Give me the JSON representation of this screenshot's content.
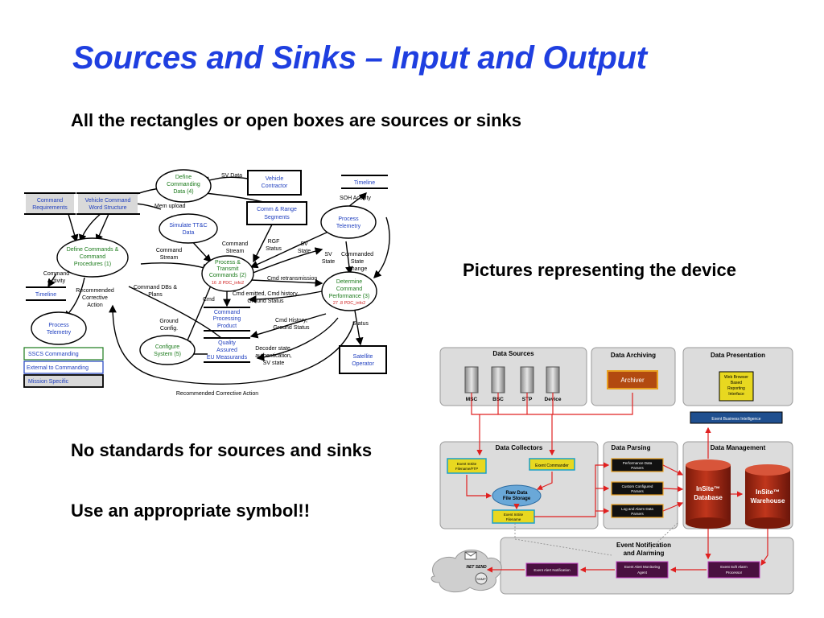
{
  "title": "Sources and Sinks – Input and Output",
  "bullets": {
    "rectangles": "All the rectangles or open boxes are sources or sinks",
    "no_standards": "No standards for sources and sinks",
    "symbol": "Use an appropriate symbol!!",
    "pictures": "Pictures representing the device"
  },
  "left_diagram": {
    "processes": {
      "define_commanding_data": [
        "Define",
        "Commanding",
        "Data (4)"
      ],
      "simulate": [
        "Simulate TT&C",
        "Data"
      ],
      "define_commands": [
        "Define Commands &",
        "Command",
        "Procedures (1)"
      ],
      "process_transmit": [
        "Process &",
        "Transmit",
        "Commands (2)"
      ],
      "process_transmit_note": "16 .8 PDC_info2",
      "process_telemetry_right": [
        "Process",
        "Telemetry"
      ],
      "determine_perf": [
        "Determine",
        "Command",
        "Performance (3)"
      ],
      "determine_perf_note": "27 .8 PDC_info2",
      "process_telemetry_left": [
        "Process",
        "Telemetry"
      ],
      "configure": [
        "Configure",
        "System (5)"
      ]
    },
    "stores": {
      "command_requirements": [
        "Command",
        "Requirements"
      ],
      "vehicle_command_word": [
        "Vehicle Command",
        "Word Structure"
      ],
      "timeline_left": "Timeline",
      "timeline_right": "Timeline",
      "comm_range": [
        "Comm & Range",
        "Segments"
      ],
      "command_processing": [
        "Command",
        "Processing",
        "Product"
      ],
      "quality_eu": [
        "Quality",
        "Assured",
        "EU Measurands"
      ],
      "sscs": "SSCS Commanding",
      "external": "External to Commanding",
      "mission": "Mission Specific"
    },
    "terminators": {
      "vehicle_contractor": [
        "Vehicle",
        "Contractor"
      ],
      "satellite_operator": [
        "Satellite",
        "Operator"
      ]
    },
    "flows": {
      "sv_data": "SV Data",
      "mem_upload": "Mem upload",
      "soh_activity": "SOH Activity",
      "command_stream_left": [
        "Command",
        "Stream"
      ],
      "command_stream_mid": [
        "Command",
        "Stream"
      ],
      "rgf_status": [
        "RGF",
        "Status"
      ],
      "sv_state_1": [
        "SV",
        "State"
      ],
      "sv_state_2": [
        "SV",
        "State"
      ],
      "commanded_state_change": [
        "Commanded",
        "State",
        "Change"
      ],
      "command_activity": [
        "Command",
        "Activity"
      ],
      "recommended_corrective": [
        "Recommended",
        "Corrective",
        "Action"
      ],
      "command_dbs_plans": [
        "Command DBs &",
        "Plans"
      ],
      "cmd_retransmission": "Cmd retransmission",
      "cmd": "Cmd",
      "cmd_emitted": [
        "Cmd emitted, Cmd history,",
        "Ground Status"
      ],
      "ground_config": [
        "Ground",
        "Config."
      ],
      "cmd_history": [
        "Cmd History,",
        "Ground Status"
      ],
      "decoder_state": [
        "Decoder state,",
        "authentication,",
        "SV state"
      ],
      "status": "Status",
      "recommended_bottom": "Recommended Corrective Action"
    }
  },
  "right_diagram": {
    "panels": {
      "data_sources": "Data Sources",
      "data_archiving": "Data Archiving",
      "data_presentation": "Data Presentation",
      "data_collectors": "Data Collectors",
      "data_parsing": "Data Parsing",
      "data_management": "Data Management",
      "event_notification": [
        "Event Notification",
        "and Alarming"
      ]
    },
    "devices": [
      "MSC",
      "BSC",
      "STP",
      "Device"
    ],
    "archiver": "Archiver",
    "web_browser": [
      "Web Browser",
      "Based",
      "Reporting",
      "Interface"
    ],
    "business_intel": "Exent Business Intelligence",
    "collectors": {
      "insite_ftp": [
        "Exent InSite",
        "Filename/FTP"
      ],
      "commander": "Exent Commander",
      "raw_data": [
        "Raw Data",
        "File Storage"
      ],
      "insite_filename": [
        "Exent InSite",
        "Filename"
      ]
    },
    "parsers": [
      [
        "Performance Data",
        "Parsers"
      ],
      [
        "Custom Configured",
        "Parsers"
      ],
      [
        "Log and Alarm Data",
        "Parsers"
      ]
    ],
    "insite_database": [
      "InSite™",
      "Database"
    ],
    "insite_warehouse": [
      "InSite™",
      "Warehouse"
    ],
    "alert_notification": "Exent Alert Notification",
    "alert_monitoring": [
      "Exent Alert Monitoring",
      "Agent"
    ],
    "soft_alarm": [
      "Exent Soft Alarm",
      "Processor"
    ],
    "net_send": "NET SEND",
    "snmp": "SNMP",
    "colors": {
      "cylinder_red": "#c0361c",
      "panel_bg": "#dcdcdc",
      "arrow_red": "#e02020",
      "blue_box": "#1f4f8f"
    }
  }
}
